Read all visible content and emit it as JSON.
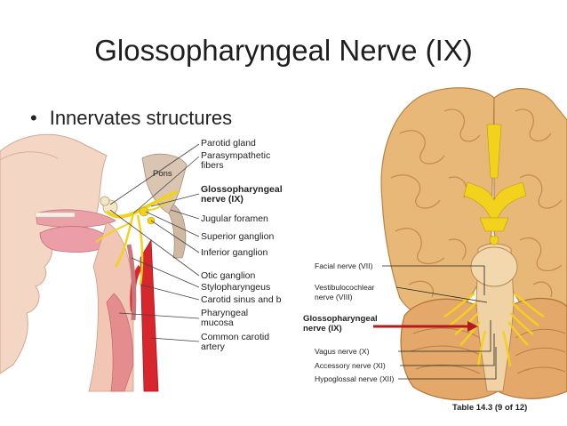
{
  "slide": {
    "title": "Glossopharyngeal Nerve (IX)",
    "bullet": "Innervates structures"
  },
  "left_figure": {
    "pons_label": "Pons",
    "labels": [
      "Parotid gland",
      "Parasympathetic\nfibers",
      "Glossopharyngeal\nnerve (IX)",
      "Jugular foramen",
      "Superior ganglion",
      "Inferior ganglion",
      "Otic ganglion",
      "Stylopharyngeus",
      "Carotid sinus and b",
      "Pharyngeal\nmucosa",
      "Common carotid\nartery"
    ]
  },
  "right_figure": {
    "labels": [
      "Facial nerve (VII)",
      "Vestibulocochlear\nnerve (VIII)",
      "Glossopharyngeal\nnerve (IX)",
      "Vagus nerve (X)",
      "Accessory nerve (XI)",
      "Hypoglossal nerve (XII)"
    ],
    "table_ref": "Table 14.3 (9 of 12)"
  },
  "colors": {
    "nerve": "#f2d21c",
    "brain": "#e8b878",
    "brain_dark": "#c98a45",
    "artery": "#d7262c",
    "arrow": "#b21c1c",
    "skin": "#f3d2c0"
  }
}
